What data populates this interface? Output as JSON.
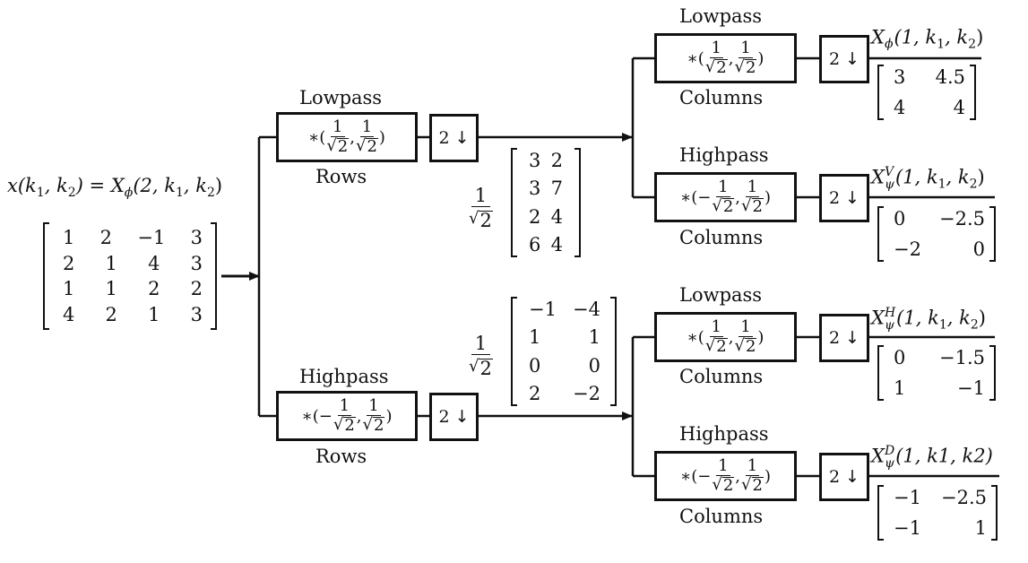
{
  "input": {
    "label_lhs": "x(k",
    "label_sub1": "1",
    "label_mid": ", k",
    "label_sub2": "2",
    "label_eq": ") = X",
    "label_phi": "ϕ",
    "label_args": "(2, k",
    "label_sub3": "1",
    "label_args2": ", k",
    "label_sub4": "2",
    "label_close": ")",
    "matrix": [
      [
        "1",
        "2",
        "−1",
        "3"
      ],
      [
        "2",
        "1",
        "4",
        "3"
      ],
      [
        "1",
        "1",
        "2",
        "2"
      ],
      [
        "4",
        "2",
        "1",
        "3"
      ]
    ]
  },
  "stage1": {
    "lowpass_title": "Lowpass",
    "highpass_title": "Highpass",
    "rows_label_top": "Rows",
    "rows_label_bottom": "Rows",
    "lowpass_filter": {
      "prefix": "∗(",
      "n1": "1",
      "d1": "2",
      "sep": ",",
      "n2": "1",
      "d2": "2",
      "suffix": ")"
    },
    "highpass_filter": {
      "prefix": "∗(−",
      "n1": "1",
      "d1": "2",
      "sep": ",",
      "n2": "1",
      "d2": "2",
      "suffix": ")"
    },
    "downsample": "2"
  },
  "intermediate": {
    "scale_num": "1",
    "scale_den": "2",
    "low_matrix": [
      [
        "3",
        "2"
      ],
      [
        "3",
        "7"
      ],
      [
        "2",
        "4"
      ],
      [
        "6",
        "4"
      ]
    ],
    "high_matrix": [
      [
        "−1",
        "−4"
      ],
      [
        "1",
        "1"
      ],
      [
        "0",
        "0"
      ],
      [
        "2",
        "−2"
      ]
    ]
  },
  "stage2": {
    "col_label": "Columns",
    "lowpass_title": "Lowpass",
    "highpass_title": "Highpass",
    "downsample": "2",
    "outputs": [
      {
        "sym": "X",
        "sub": "ϕ",
        "sup": "",
        "args": "(1, k",
        "a1": "1",
        "mid": ", k",
        "a2": "2",
        "end": ")",
        "matrix": [
          [
            "3",
            "4.5"
          ],
          [
            "4",
            "4"
          ]
        ]
      },
      {
        "sym": "X",
        "sub": "ψ",
        "sup": "V",
        "args": "(1, k",
        "a1": "1",
        "mid": ", k",
        "a2": "2",
        "end": ")",
        "matrix": [
          [
            "0",
            "−2.5"
          ],
          [
            "−2",
            "0"
          ]
        ]
      },
      {
        "sym": "X",
        "sub": "ψ",
        "sup": "H",
        "args": "(1, k",
        "a1": "1",
        "mid": ", k",
        "a2": "2",
        "end": ")",
        "matrix": [
          [
            "0",
            "−1.5"
          ],
          [
            "1",
            "−1"
          ]
        ]
      },
      {
        "sym": "X",
        "sub": "ψ",
        "sup": "D",
        "args": "(1, k1, k2)",
        "a1": "",
        "mid": "",
        "a2": "",
        "end": "",
        "matrix": [
          [
            "−1",
            "−2.5"
          ],
          [
            "−1",
            "1"
          ]
        ]
      }
    ]
  },
  "colors": {
    "ink": "#111111",
    "background": "#ffffff"
  }
}
